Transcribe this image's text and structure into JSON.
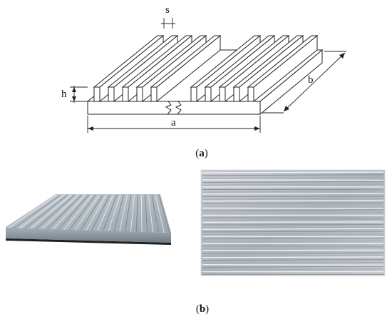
{
  "panel_a": {
    "label_open": "(",
    "label_letter": "a",
    "label_close": ")",
    "dimensions": {
      "s": "s",
      "h": "h",
      "a": "a",
      "b": "b"
    }
  },
  "panel_b": {
    "label_open": "(",
    "label_letter": "b",
    "label_close": ")"
  },
  "colors": {
    "line": "#222222",
    "plate_edge": "#8e9aa4",
    "plate_top": "#b8c1c8",
    "photo_bg": "#b9bec2"
  }
}
